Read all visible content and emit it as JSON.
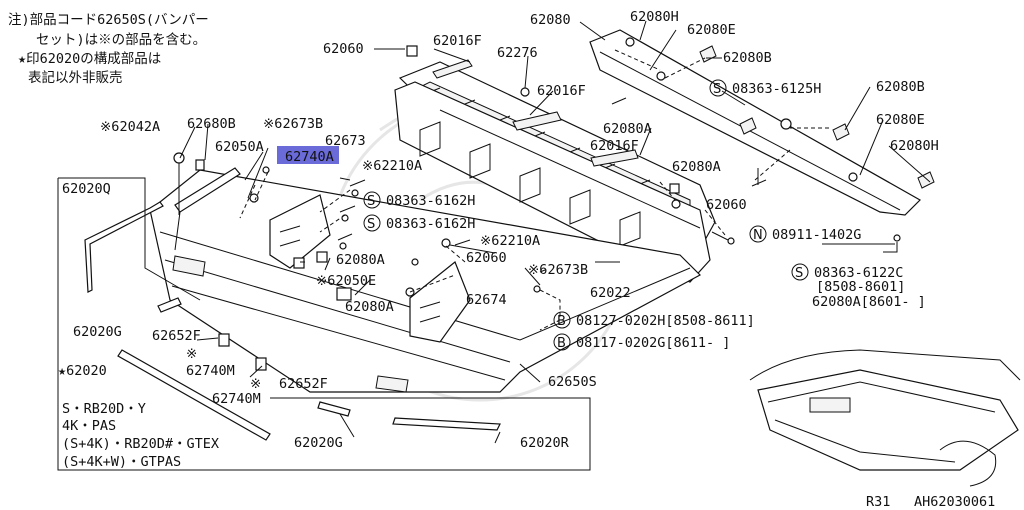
{
  "notes": {
    "line1": "注)部品コード62650S(バンパー",
    "line2": "セット)は※の部品を含む。",
    "line3": "★印62020の構成部品は",
    "line4": "表記以外非販売"
  },
  "labels": {
    "p62060_top": "62060",
    "p62016F_a": "62016F",
    "p62276": "62276",
    "p62080": "62080",
    "p62080H_a": "62080H",
    "p62080E_a": "62080E",
    "p62080B_a": "62080B",
    "p62016F_b": "62016F",
    "s08363_6125H": "08363-6125H",
    "p62080B_b": "62080B",
    "p62080A_a": "62080A",
    "p62080E_b": "62080E",
    "p62016F_c": "62016F",
    "p62080H_b": "62080H",
    "p62080A_b": "62080A",
    "p62042A": "※62042A",
    "p62680B": "62680B",
    "p62673B_a": "※62673B",
    "p62673": "62673",
    "p62050A": "62050A",
    "p62740A": "62740A",
    "p62210A_a": "※62210A",
    "p62020Q": "62020Q",
    "s08363_6162H_a": "08363-6162H",
    "s08363_6162H_b": "08363-6162H",
    "p62060_r": "62060",
    "n08911_1402G": "08911-1402G",
    "p62210A_b": "※62210A",
    "p62080A_c": "62080A",
    "p62060_c": "62060",
    "p62050E": "※62050E",
    "p62673B_b": "※62673B",
    "p62022": "62022",
    "s08363_6122C": "08363-6122C",
    "date_8508_8601": "[8508-8601]",
    "p62080A_date": "62080A[8601-   ]",
    "p62080A_d": "62080A",
    "p62674": "62674",
    "p62020G_a": "62020G",
    "p62652F_a": "62652F",
    "b08127_0202H": "08127-0202H[8508-8611]",
    "b08117_0202G": "08117-0202G[8611-    ]",
    "p62740M_a": "62740M",
    "p62020": "★62020",
    "p62650S": "62650S",
    "p62652F_b": "62652F",
    "p62740M_b": "62740M",
    "star_mark_a": "※",
    "star_mark_b": "※",
    "p62020G_b": "62020G",
    "p62020R": "62020R"
  },
  "variants": {
    "line1": "S・RB20D・Y",
    "line2": "4K・PAS",
    "line3": "(S+4K)・RB20D#・GTEX",
    "line4": "(S+4K+W)・GTPAS"
  },
  "prefix_marks": {
    "s": "S",
    "n": "N",
    "b": "B"
  },
  "footer": {
    "model": "R31",
    "code": "AH62030061"
  },
  "colors": {
    "highlight": "#6a6ad8",
    "ink": "#111111"
  }
}
